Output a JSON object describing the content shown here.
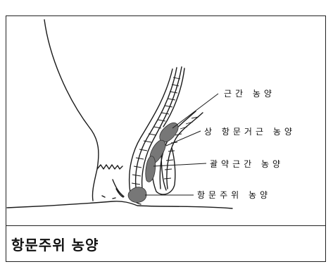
{
  "caption": "항문주위 농양",
  "labels": {
    "intermuscular": "근간 농양",
    "supralevator": "상 항문거근 농양",
    "intersphincteric": "괄약근간 농양",
    "perianal": "항문주위 농양"
  },
  "colors": {
    "line": "#1a1a1a",
    "abscess": "#777777"
  }
}
